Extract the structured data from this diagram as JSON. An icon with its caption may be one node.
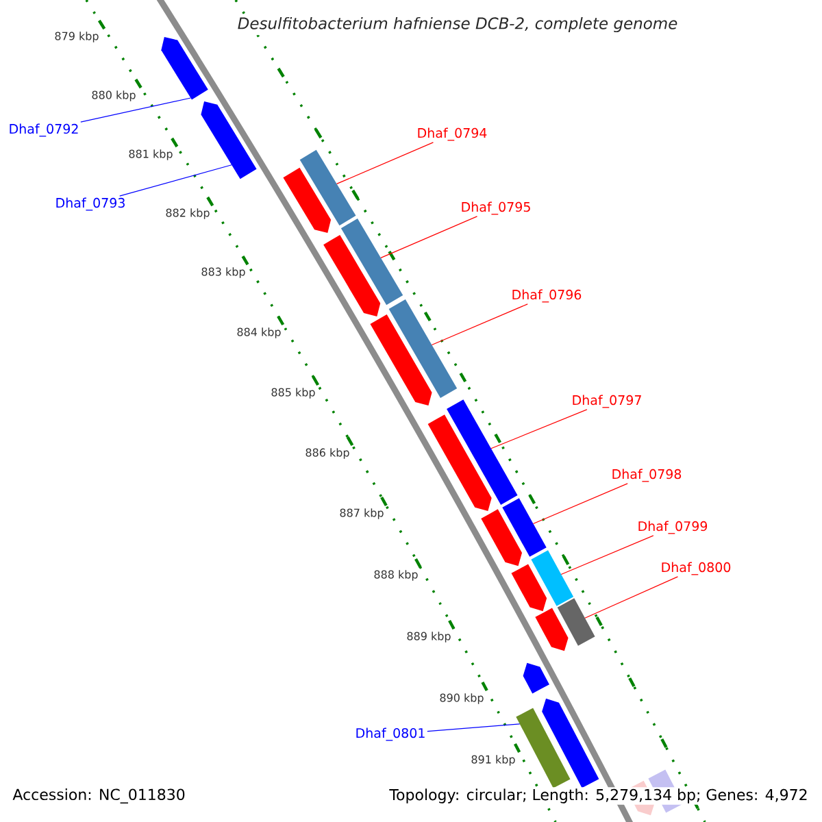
{
  "diagram": {
    "title": "Desulfitobacterium hafniense DCB-2, complete genome",
    "nodes": [
      {
        "text": [
          "Dhaf_0792"
        ]
      },
      {
        "text": [],
        "shape": "pentagon"
      },
      {
        "text": [],
        "shape": "pentagon"
      },
      {
        "text": [
          "Dhaf_0793"
        ]
      },
      {
        "text": [
          "Dhaf_0794"
        ]
      },
      {
        "text": [],
        "shape": "pentagon"
      },
      {
        "text": [],
        "shape": "bar"
      },
      {
        "text": [
          "Dhaf_0795"
        ]
      },
      {
        "text": [],
        "shape": "pentagon"
      },
      {
        "text": [],
        "shape": "bar"
      },
      {
        "text": [
          "Dhaf_0796"
        ]
      },
      {
        "text": [],
        "shape": "pentagon"
      },
      {
        "text": [],
        "shape": "bar"
      },
      {
        "text": [
          "Dhaf_0797"
        ]
      },
      {
        "text": [],
        "shape": "pentagon"
      },
      {
        "text": [],
        "shape": "bar"
      },
      {
        "text": [
          "Dhaf_0798"
        ]
      },
      {
        "text": [],
        "shape": "pentagon"
      },
      {
        "text": [],
        "shape": "bar"
      },
      {
        "text": [
          "Dhaf_0799"
        ]
      },
      {
        "text": [],
        "shape": "pentagon"
      },
      {
        "text": [],
        "shape": "bar"
      },
      {
        "text": [
          "Dhaf_0800"
        ]
      },
      {
        "text": [],
        "shape": "pentagon"
      },
      {
        "text": [],
        "shape": "bar"
      },
      {
        "text": [],
        "shape": "pentagon"
      },
      {
        "text": [
          "Dhaf_0801"
        ]
      },
      {
        "text": [],
        "shape": "bar"
      },
      {
        "text": [],
        "shape": "pentagon"
      },
      {
        "text": [],
        "shape": "pentagon"
      },
      {
        "text": [],
        "shape": "bar"
      }
    ],
    "edges": [
      {
        "from": 0,
        "to": 1,
        "arrow": "none",
        "color": "#0000ff"
      },
      {
        "from": 3,
        "to": 2,
        "arrow": "none",
        "color": "#0000ff"
      },
      {
        "from": 4,
        "to": 6,
        "arrow": "none"
      },
      {
        "from": 7,
        "to": 9,
        "arrow": "none"
      },
      {
        "from": 10,
        "to": 12,
        "arrow": "none"
      },
      {
        "from": 13,
        "to": 15,
        "arrow": "none"
      },
      {
        "from": 16,
        "to": 18,
        "arrow": "none"
      },
      {
        "from": 19,
        "to": 21,
        "arrow": "none"
      },
      {
        "from": 22,
        "to": 24,
        "arrow": "none"
      },
      {
        "from": 26,
        "to": 27,
        "arrow": "none",
        "color": "#0000ff"
      }
    ],
    "labels": [
      "879 kbp",
      "880 kbp",
      "881 kbp",
      "882 kbp",
      "883 kbp",
      "884 kbp",
      "885 kbp",
      "886 kbp",
      "887 kbp",
      "888 kbp",
      "889 kbp",
      "890 kbp",
      "891 kbp",
      "Accession: NC_011830",
      "Topology: circular; Length: 5,279,134 bp; Genes: 4,972"
    ]
  }
}
